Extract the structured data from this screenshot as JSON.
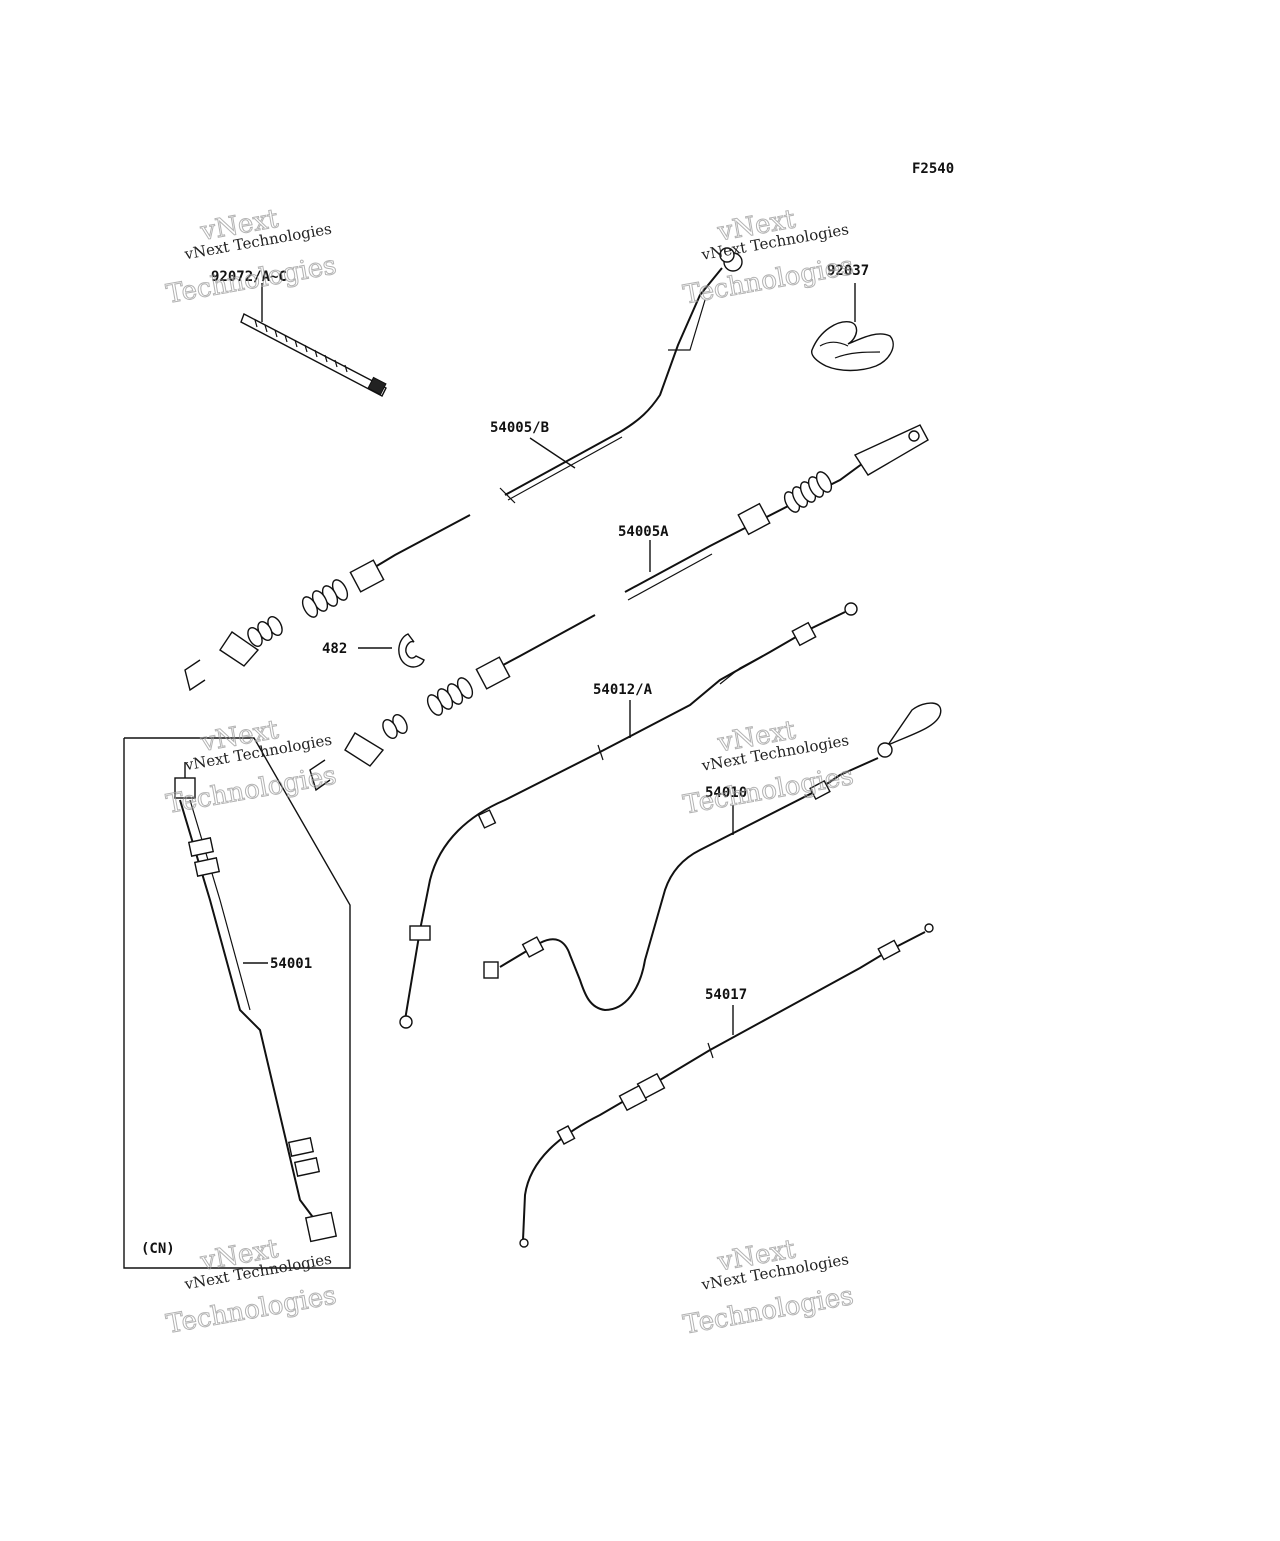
{
  "diagram": {
    "figure_code": "F2540",
    "parts": [
      {
        "id": "p92072",
        "label": "92072/A~C"
      },
      {
        "id": "p92037",
        "label": "92037"
      },
      {
        "id": "p54005b",
        "label": "54005/B"
      },
      {
        "id": "p54005a",
        "label": "54005A"
      },
      {
        "id": "p482",
        "label": "482"
      },
      {
        "id": "p54012",
        "label": "54012/A"
      },
      {
        "id": "p54010",
        "label": "54010"
      },
      {
        "id": "p54001",
        "label": "54001"
      },
      {
        "id": "p54017",
        "label": "54017"
      }
    ],
    "region_note": "(CN)"
  },
  "watermark": {
    "line1": "vNext",
    "line2": "vNext Technologies",
    "line3": "Technologies"
  }
}
